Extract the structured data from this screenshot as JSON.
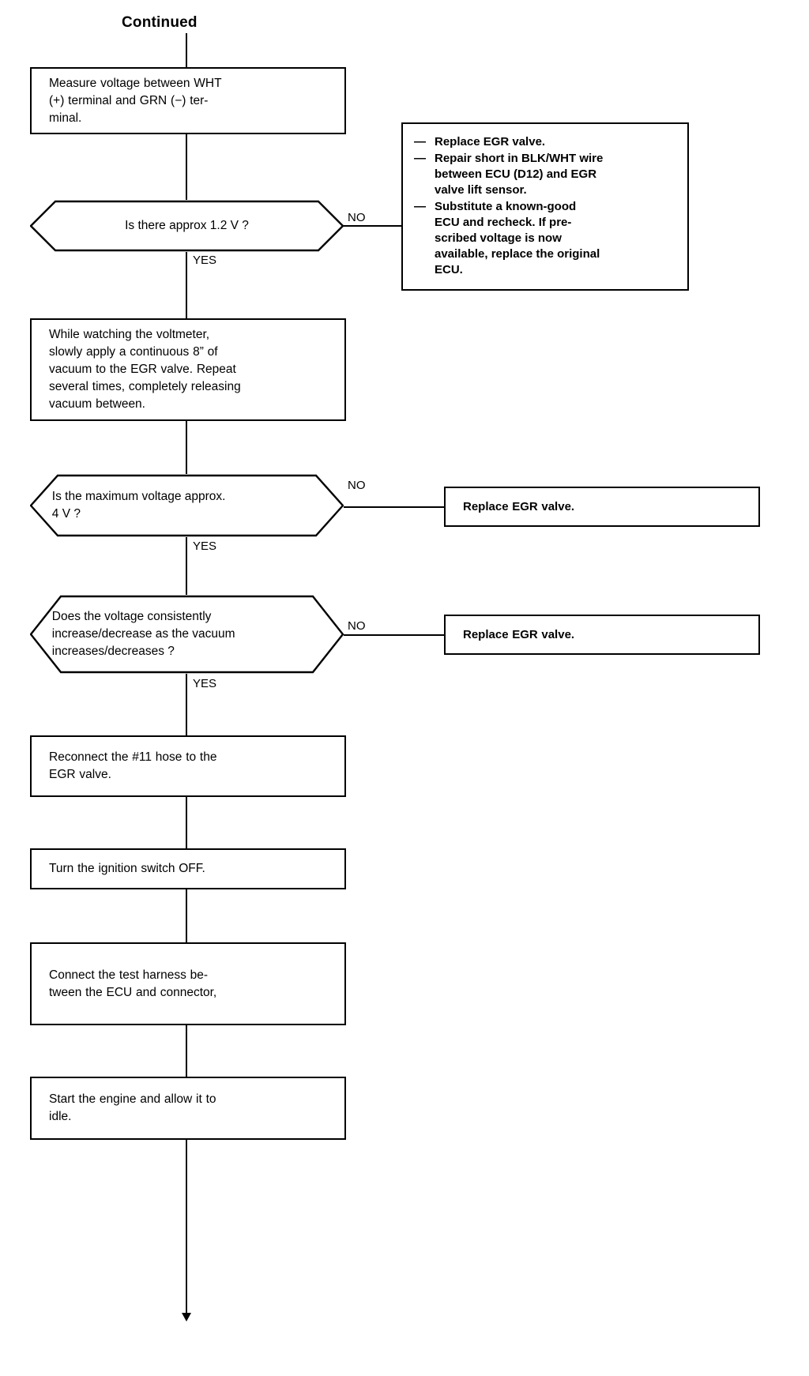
{
  "document": {
    "title": "Continued",
    "type": "troubleshooting-flowchart"
  },
  "chart_data": {
    "type": "flowchart",
    "title": "Continued",
    "orientation": "top-to-bottom",
    "nodes": [
      {
        "id": "n1",
        "shape": "process",
        "text": "Measure voltage between WHT (+) terminal and GRN (−) terminal."
      },
      {
        "id": "d1",
        "shape": "decision",
        "text": "Is there approx 1.2 V ?"
      },
      {
        "id": "r1",
        "shape": "process-result",
        "text": "— Replace EGR valve. — Repair short in BLK/WHT wire between ECU (D12) and EGR valve lift sensor. — Substitute a known-good ECU and recheck. If prescribed voltage is now available, replace the original ECU."
      },
      {
        "id": "n2",
        "shape": "process",
        "text": "While watching the voltmeter, slowly apply a continuous 8” of vacuum to the EGR valve. Repeat several times, completely releasing vacuum between."
      },
      {
        "id": "d2",
        "shape": "decision",
        "text": "Is the maximum voltage approx. 4 V ?"
      },
      {
        "id": "r2",
        "shape": "process-result",
        "text": "Replace EGR valve."
      },
      {
        "id": "d3",
        "shape": "decision",
        "text": "Does the voltage consistently increase/decrease as the vacuum increases/decreases ?"
      },
      {
        "id": "r3",
        "shape": "process-result",
        "text": "Replace EGR valve."
      },
      {
        "id": "n3",
        "shape": "process",
        "text": "Reconnect the #11 hose to the EGR valve."
      },
      {
        "id": "n4",
        "shape": "process",
        "text": "Turn the ignition switch OFF."
      },
      {
        "id": "n5",
        "shape": "process",
        "text": "Connect the test harness between the ECU and connector,"
      },
      {
        "id": "n6",
        "shape": "process",
        "text": "Start the engine and allow it to idle."
      }
    ],
    "edges": [
      {
        "from": "title",
        "to": "n1",
        "label": ""
      },
      {
        "from": "n1",
        "to": "d1",
        "label": ""
      },
      {
        "from": "d1",
        "to": "r1",
        "label": "NO"
      },
      {
        "from": "d1",
        "to": "n2",
        "label": "YES"
      },
      {
        "from": "n2",
        "to": "d2",
        "label": ""
      },
      {
        "from": "d2",
        "to": "r2",
        "label": "NO"
      },
      {
        "from": "d2",
        "to": "d3",
        "label": "YES"
      },
      {
        "from": "d3",
        "to": "r3",
        "label": "NO"
      },
      {
        "from": "d3",
        "to": "n3",
        "label": "YES"
      },
      {
        "from": "n3",
        "to": "n4",
        "label": ""
      },
      {
        "from": "n4",
        "to": "n5",
        "label": ""
      },
      {
        "from": "n5",
        "to": "n6",
        "label": ""
      },
      {
        "from": "n6",
        "to": "continues-below",
        "label": ""
      }
    ]
  },
  "header": {
    "continued_label": "Continued"
  },
  "steps": {
    "measure_voltage": {
      "line1": "Measure voltage between WHT",
      "line2": "(+) terminal and GRN (−) ter-",
      "line3": "minal."
    },
    "apply_vacuum": {
      "line1": "While watching the voltmeter,",
      "line2": "slowly apply a continuous 8” of",
      "line3": "vacuum to the EGR valve. Repeat",
      "line4": "several times, completely releasing",
      "line5": "vacuum between."
    },
    "reconnect_hose": {
      "line1": "Reconnect the #11 hose to the",
      "line2": "EGR valve."
    },
    "ignition_off": {
      "line1": "Turn the ignition switch OFF."
    },
    "connect_harness": {
      "line1": "Connect the test harness be-",
      "line2": "tween the ECU and connector,"
    },
    "start_engine": {
      "line1": "Start the engine and allow it to",
      "line2": "idle."
    }
  },
  "decisions": {
    "voltage_1_2v": {
      "line1": "Is there approx 1.2 V ?",
      "no_label": "NO",
      "yes_label": "YES"
    },
    "max_voltage_4v": {
      "line1": "Is the maximum voltage approx.",
      "line2": "4 V ?",
      "no_label": "NO",
      "yes_label": "YES"
    },
    "consistent_change": {
      "line1": "Does the voltage consistently",
      "line2": "increase/decrease as the vacuum",
      "line3": "increases/decreases ?",
      "no_label": "NO",
      "yes_label": "YES"
    }
  },
  "results": {
    "multi_action": {
      "dash": "—",
      "item1": "Replace EGR valve.",
      "item2_l1": "Repair short in BLK/WHT wire",
      "item2_l2": "between ECU (D12) and EGR",
      "item2_l3": "valve lift sensor.",
      "item3_l1": "Substitute a known-good",
      "item3_l2": "ECU and recheck. If pre-",
      "item3_l3": "scribed voltage is now",
      "item3_l4": "available, replace the original",
      "item3_l5": "ECU."
    },
    "replace_valve_1": {
      "text": "Replace EGR valve."
    },
    "replace_valve_2": {
      "text": "Replace EGR valve."
    }
  },
  "colors": {
    "ink": "#000000",
    "paper": "#ffffff"
  }
}
